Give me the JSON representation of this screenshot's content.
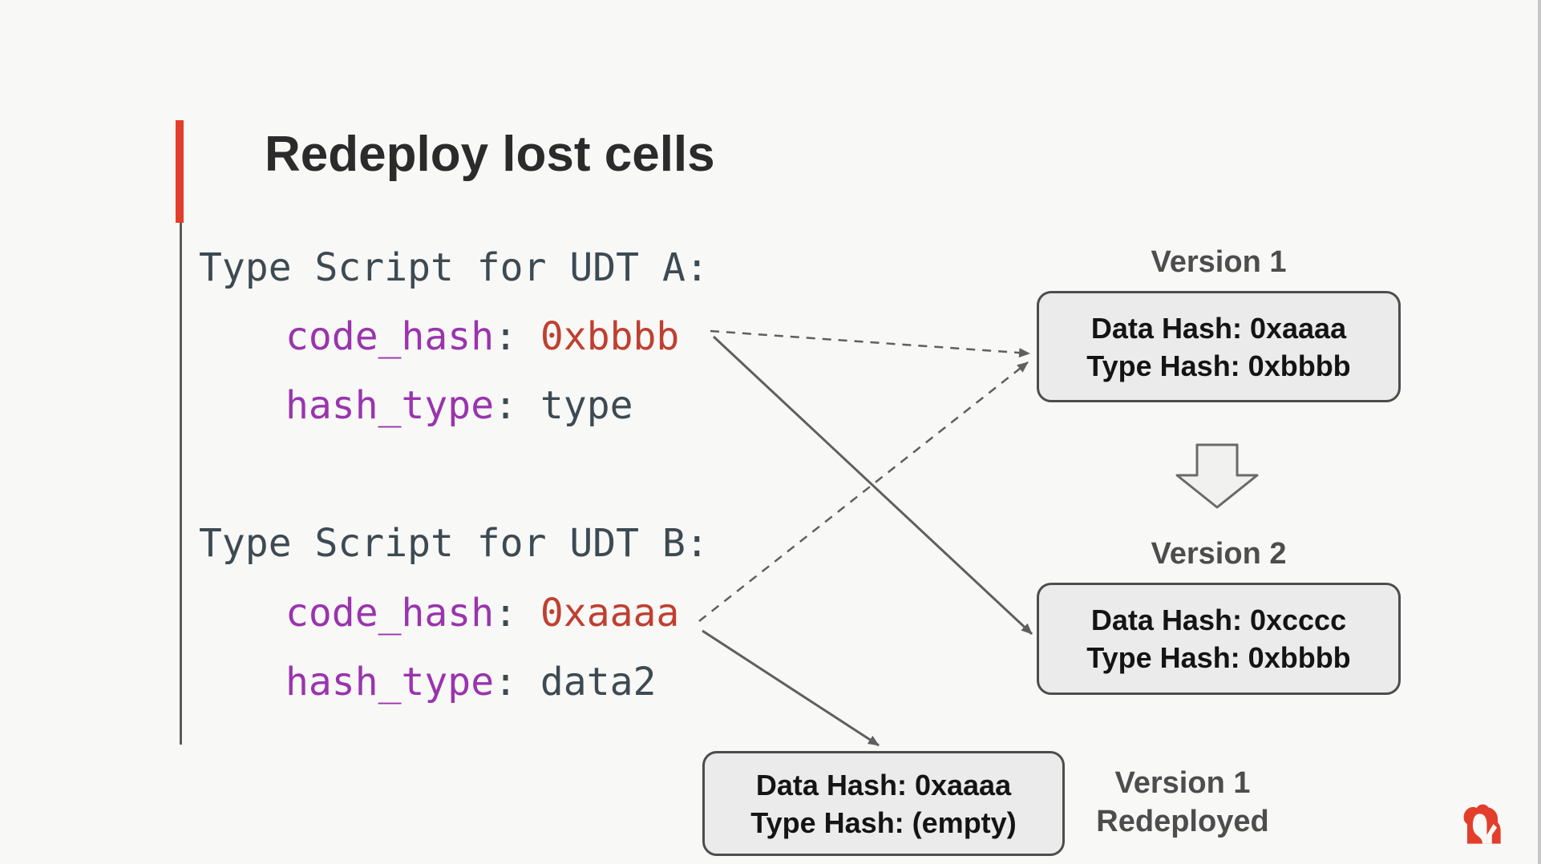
{
  "slide": {
    "title": "Redeploy lost cells",
    "background_color": "#f8f8f7",
    "accent_color": "#e23e2b",
    "edge_border_color": "#c6c6c6"
  },
  "code_blocks": [
    {
      "header": "Type Script for UDT A:",
      "lines": [
        {
          "key": "code_hash",
          "colon": ": ",
          "value": "0xbbbb"
        },
        {
          "key": "hash_type",
          "colon": ": ",
          "value": "type"
        }
      ]
    },
    {
      "header": "Type Script for UDT B:",
      "lines": [
        {
          "key": "code_hash",
          "colon": ": ",
          "value": "0xaaaa"
        },
        {
          "key": "hash_type",
          "colon": ": ",
          "value": "data2"
        }
      ]
    }
  ],
  "versions": {
    "v1": {
      "label": "Version 1",
      "data_hash": "Data Hash: 0xaaaa",
      "type_hash": "Type Hash: 0xbbbb"
    },
    "v2": {
      "label": "Version 2",
      "data_hash": "Data Hash: 0xcccc",
      "type_hash": "Type Hash: 0xbbbb"
    },
    "v1_redeployed": {
      "label_line1": "Version 1",
      "label_line2": "Redeployed",
      "data_hash": "Data Hash: 0xaaaa",
      "type_hash": "Type Hash: (empty)"
    }
  },
  "colors": {
    "code_default": "#3d4a52",
    "code_key_purple": "#9a34ad",
    "code_hash_red": "#bf4030",
    "box_fill": "#ebebeb",
    "box_border": "#4d4d4d",
    "label_gray": "#4d4d4d",
    "arrow_gray": "#5f5f5f",
    "logo_red": "#e23e2b"
  },
  "icons": {
    "logo": "cryptape-gorilla-logo",
    "block_arrow": "down-block-arrow"
  }
}
